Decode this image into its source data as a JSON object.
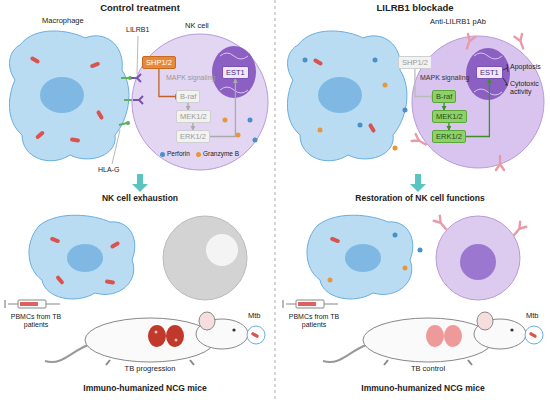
{
  "diagram": {
    "nodes": [
      {
        "text": [
          "SHP1/2"
        ]
      },
      {
        "text": [
          "B-raf"
        ]
      },
      {
        "text": [
          "MEK1/2"
        ]
      },
      {
        "text": [
          "ERK1/2"
        ]
      },
      {
        "text": [
          "EST1"
        ]
      },
      {
        "text": [
          "SHP1/2"
        ]
      },
      {
        "text": [
          "B-raf"
        ]
      },
      {
        "text": [
          "MEK1/2"
        ]
      },
      {
        "text": [
          "ERK1/2"
        ]
      },
      {
        "text": [
          "EST1"
        ]
      }
    ],
    "edges": [
      {
        "from": 0,
        "to": 1,
        "arrow": "to"
      },
      {
        "from": 1,
        "to": 2,
        "arrow": "to"
      },
      {
        "from": 2,
        "to": 3,
        "arrow": "to"
      },
      {
        "from": 3,
        "to": 4,
        "arrow": "to"
      },
      {
        "from": 5,
        "to": 6,
        "arrow": "to"
      },
      {
        "from": 6,
        "to": 7,
        "arrow": "to"
      },
      {
        "from": 7,
        "to": 8,
        "arrow": "to"
      },
      {
        "from": 8,
        "to": 9,
        "arrow": "to"
      }
    ],
    "labels": [
      "Control treatment",
      "LILRB1 blockade",
      "Macrophage",
      "NK cell",
      "LILRB1",
      "MAPK signaling",
      "HLA-G",
      "Anti-LILRB1 pAb",
      "MAPK signaling",
      "Apoptosis",
      "Cytotoxic activity",
      "NK cell exhaustion",
      "Restoration of NK cell functions",
      "PBMCs from TB patients",
      "TB progression",
      "Mtb",
      "Immuno-humanized NCG mice",
      "PBMCs from TB patients",
      "TB control",
      "Mtb",
      "Immuno-humanized NCG mice"
    ],
    "legend": [
      {
        "text": "Perforin",
        "color": "#4a90c8"
      },
      {
        "text": "Granzyme B",
        "color": "#e8963a"
      }
    ]
  }
}
